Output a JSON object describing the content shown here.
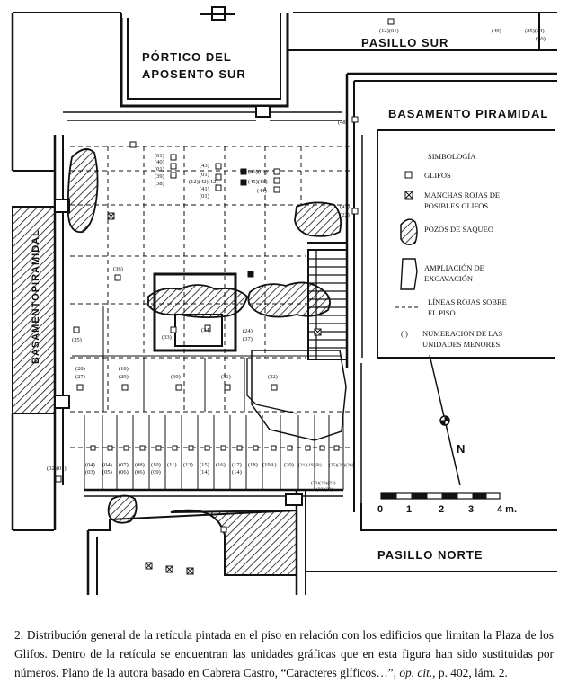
{
  "labels": {
    "portico_line1": "PÓRTICO DEL",
    "portico_line2": "APOSENTO SUR",
    "pasillo_sur": "PASILLO SUR",
    "pasillo_norte": "PASILLO NORTE",
    "basamento_piramidal": "BASAMENTO PIRAMIDAL",
    "basamento_vertical": "BASAMENTOPIRAMIDAL",
    "north": "N"
  },
  "legend": {
    "title": "SIMBOLOGÍA",
    "glifos": "GLIFOS",
    "manchas_line1": "MANCHAS ROJAS DE",
    "manchas_line2": "POSIBLES GLIFOS",
    "pozos": "POZOS DE SAQUEO",
    "ampliacion_line1": "AMPLIACIÓN DE",
    "ampliacion_line2": "EXCAVACIÓN",
    "lineas_line1": "LÍNEAS ROJAS SOBRE",
    "lineas_line2": "EL PISO",
    "numeracion_symbol": "(  )",
    "numeracion_line1": "NUMERACIÓN DE LAS",
    "numeracion_line2": "UNIDADES MENORES"
  },
  "scale": {
    "ticks": [
      "0",
      "1",
      "2",
      "3",
      "4 m."
    ]
  },
  "units": {
    "u12_01": "(12)(01)",
    "u49": "(49)",
    "u25_24": "(25)(24)",
    "u50": "(50)",
    "u48": "(48)",
    "u01a": "(01)",
    "u40": "(40)",
    "u01b": "(01)",
    "u39": "(39)",
    "u38": "(38)",
    "u43": "(43)",
    "u01c": "(01)",
    "u12_42_12": "(12)(42)(12)",
    "u41": "(41)",
    "u01d": "(01)",
    "u46_01": "(46)(01)",
    "u45_18": "(45)(18)",
    "u44": "(44)",
    "u47": "(47)",
    "u22": "(22)",
    "u36": "(36)",
    "u33": "(33)",
    "u34": "(34)",
    "u24": "(24)",
    "u37": "(37)",
    "u35": "(35)",
    "u28": "(28)",
    "u27": "(27)",
    "u18": "(18)",
    "u29": "(29)",
    "u30": "(30)",
    "u31": "(31)",
    "u32": "(32)",
    "u02_01": "(02)(01)",
    "u04_03": "(04)",
    "u03": "(03)",
    "u04b": "(04)",
    "u05": "(05)",
    "u07": "(07)",
    "u06": "(06)",
    "u08": "(08)",
    "u06b": "(06)",
    "u10": "(10)",
    "u09": "(09)",
    "u11": "(11)",
    "u13": "(13)",
    "u15": "(15)",
    "u14": "(14)",
    "u16": "(16)",
    "u17": "(17)",
    "u14b": "(14)",
    "u18b": "(18)",
    "u19a": "(19A)",
    "u20": "(20)",
    "u21_19_b": "(21)(19)(B)",
    "u25_24_26": "(25)(24)(26)",
    "u23_20_23": "(23)(20)(23)",
    "u22_23": "(22)(23)"
  },
  "caption": {
    "text_1": "2. Distribución general de la retícula pintada en el piso en relación con los edificios que limitan la Plaza de los Glifos. Dentro de la retícula se encuentran las unidades gráficas que en esta figura han sido sustituidas por números. Plano de la autora basado en Cabrera Castro, “Caracteres glíficos…”, ",
    "text_italic": "op. cit.",
    "text_2": ", p. 402, lám. 2."
  }
}
